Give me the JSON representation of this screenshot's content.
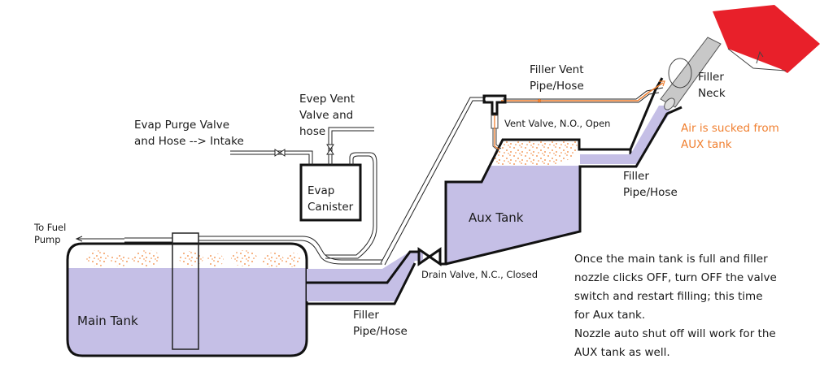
{
  "colors": {
    "fuel": "#c5bfe6",
    "vapor": "#f07f2f",
    "nozzle": "#e8202a",
    "nozzle_pipe": "#c8c8c8",
    "outline": "#111111"
  },
  "labels": {
    "to_fuel_pump": "To Fuel\nPump",
    "main_tank": "Main Tank",
    "aux_tank": "Aux Tank",
    "evap_canister": "Evap\nCanister",
    "evap_purge": "Evap Purge Valve\nand Hose --> Intake",
    "evep_vent": "Evep Vent\nValve and\nhose",
    "filler_vent": "Filler Vent\nPipe/Hose",
    "vent_valve": "Vent Valve, N.O., Open",
    "filler_neck": "Filler\nNeck",
    "air_sucked": "Air is sucked from\nAUX tank",
    "filler_pipe_upper": "Filler\nPipe/Hose",
    "filler_pipe_lower": "Filler\nPipe/Hose",
    "drain_valve": "Drain Valve, N.C., Closed"
  },
  "note": "Once the main tank is full and filler\nnozzle clicks OFF, turn OFF the valve\nswitch and restart filling; this time\nfor Aux tank.\nNozzle auto shut off will work for the\nAUX tank as well."
}
